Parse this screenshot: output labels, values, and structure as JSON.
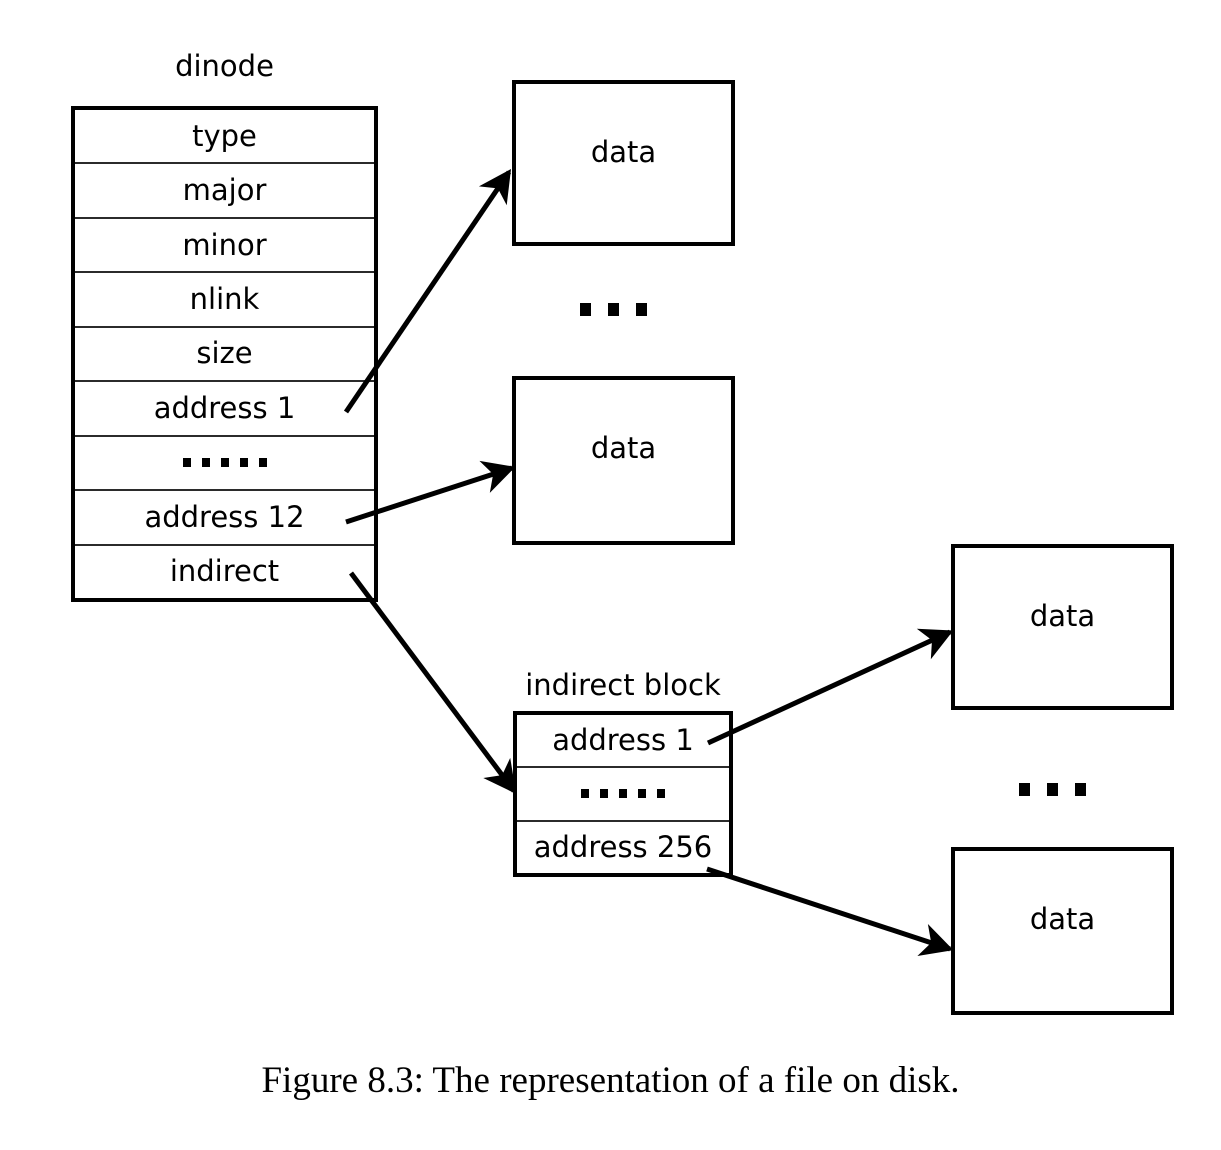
{
  "figure": {
    "caption": "Figure 8.3: The representation of a file on disk.",
    "dinode": {
      "title": "dinode",
      "fields": [
        "type",
        "major",
        "minor",
        "nlink",
        "size",
        "address 1",
        ".....",
        "address 12",
        "indirect"
      ]
    },
    "indirect_block": {
      "title": "indirect block",
      "fields": [
        "address 1",
        ".....",
        "address 256"
      ]
    },
    "data_blocks": [
      {
        "label": "data"
      },
      {
        "label": "data"
      },
      {
        "label": "data"
      },
      {
        "label": "data"
      }
    ],
    "ellipses": [
      {
        "label": "..."
      },
      {
        "label": "..."
      }
    ],
    "colors": {
      "stroke": "#000000",
      "background": "#ffffff",
      "row_divider": "#2b2b2b"
    }
  }
}
